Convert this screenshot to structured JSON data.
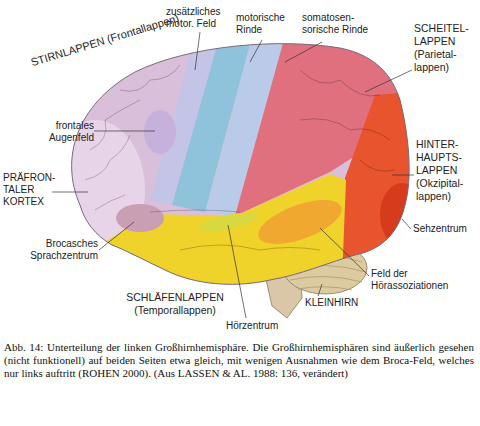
{
  "diagram": {
    "caption": "Abb. 14: Unterteilung der linken Großhirnhemisphäre. Die Großhirnhemisphären sind äußerlich gesehen (nicht funktionell) auf beiden Seiten etwa gleich, mit wenigen Ausnahmen wie dem Broca-Feld, welches nur links auftritt (ROHEN 2000). (Aus LASSEN & AL. 1988: 136, verändert)",
    "labels": [
      "STIRNLAPPEN (Frontallappen)",
      "zusätzliches motor. Feld",
      "motorische Rinde",
      "somatosen- sorische Rinde",
      "SCHEITEL- LAPPEN (Parietal- lappen)",
      "frontales Augenfeld",
      "HINTER- HAUPTS- LAPPEN (Okzipital- lappen)",
      "PRÄFRON- TALER KORTEX",
      "Brocasches Sprachzentrum",
      "Sehzentrum",
      "Feld der Hörassoziationen",
      "SCHLÄFENLAPPEN (Temporallappen)",
      "Hörzentrum",
      "KLEINHIRN"
    ]
  }
}
